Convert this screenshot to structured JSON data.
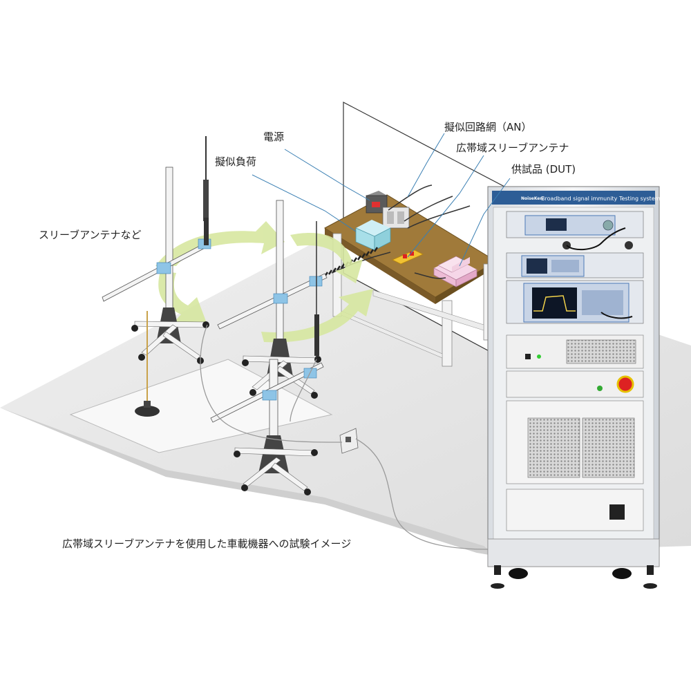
{
  "labels": {
    "power": "電源",
    "dummy_load": "擬似負荷",
    "artificial_network": "擬似回路網（AN）",
    "sleeve_antenna": "広帯域スリーブアンテナ",
    "dut": "供試品 (DUT)",
    "antennas_etc": "スリーブアンテナなど"
  },
  "rack": {
    "title": "Broadband signal immunity Testing system",
    "logo": "NoiseKen"
  },
  "caption": "広帯域スリーブアンテナを使用した車載機器への試験イメージ",
  "colors": {
    "table_top": "#a07a3a",
    "rack_body": "#e9ecef",
    "rack_title_bar": "#2d5d96",
    "accent_arrow": "#d7e7a0",
    "floor": "#e6e6e6",
    "instrument_blue": "#4a78b5"
  }
}
